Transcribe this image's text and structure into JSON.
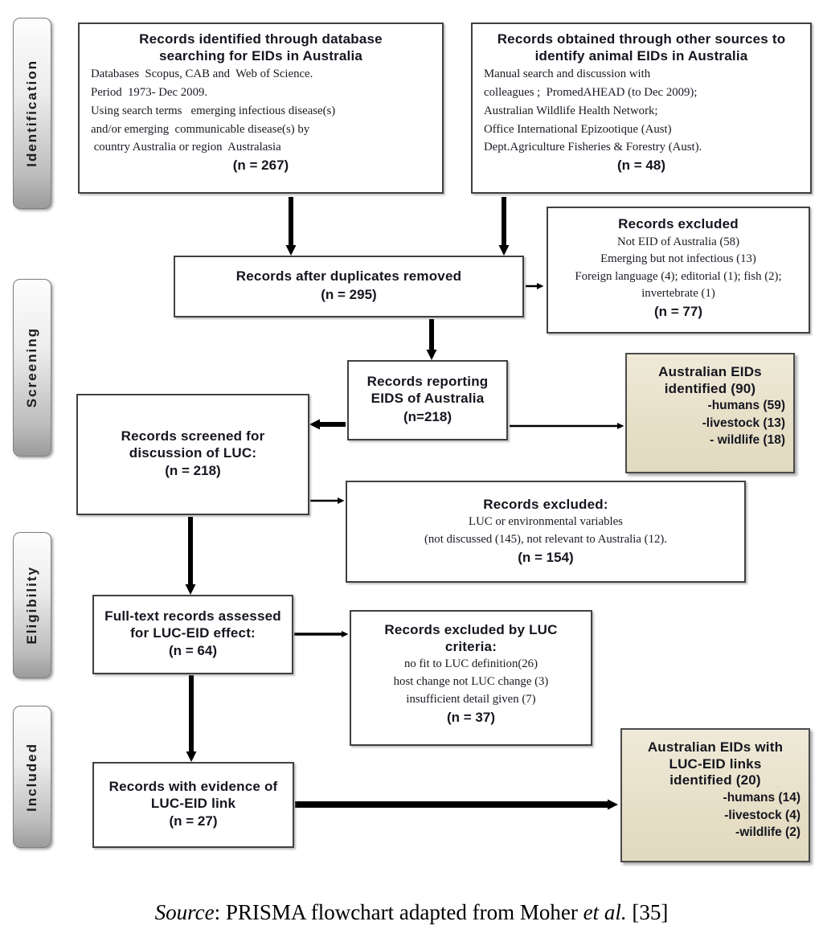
{
  "sidebar": {
    "stages": [
      {
        "label": "Identification"
      },
      {
        "label": "Screening"
      },
      {
        "label": "Eligibility"
      },
      {
        "label": "Included"
      }
    ]
  },
  "boxes": {
    "db_search": {
      "title": "Records identified through database searching for EIDs in Australia",
      "lines": [
        "Databases  Scopus, CAB and  Web of Science.",
        "Period  1973- Dec 2009.",
        "Using search terms   emerging infectious disease(s)",
        "and/or emerging  communicable disease(s) by",
        " country Australia or region  Australasia"
      ],
      "n": "(n = 267)"
    },
    "other_sources": {
      "title": "Records obtained through other sources to identify animal EIDs in Australia",
      "lines": [
        "Manual search and discussion with",
        "colleagues ;  PromedAHEAD (to Dec 2009);",
        "Australian Wildlife Health Network;",
        "Office International Epizootique (Aust)",
        "Dept.Agriculture Fisheries & Forestry (Aust)."
      ],
      "n": "(n = 48)"
    },
    "duplicates_removed": {
      "title": "Records after duplicates removed",
      "n": "(n = 295)"
    },
    "excluded_screening": {
      "title": "Records excluded",
      "lines": [
        "Not EID of Australia (58)",
        "Emerging but not infectious (13)",
        "Foreign language (4); editorial (1); fish (2); invertebrate (1)"
      ],
      "n": "(n = 77)"
    },
    "reporting_eids": {
      "title": "Records reporting EIDS of Australia",
      "n": "(n=218)"
    },
    "australian_eids": {
      "title": "Australian EIDs identified (90)",
      "items": [
        "-humans (59)",
        "-livestock (13)",
        "- wildlife (18)"
      ]
    },
    "screened_luc": {
      "title": "Records screened for discussion of LUC:",
      "n": "(n = 218)"
    },
    "excluded_env": {
      "title": "Records excluded:",
      "lines": [
        "LUC or environmental variables",
        "(not discussed (145), not relevant to Australia (12)."
      ],
      "n": "(n = 154)"
    },
    "fulltext_assessed": {
      "title": "Full-text records assessed for LUC-EID effect:",
      "n": "(n = 64)"
    },
    "excluded_criteria": {
      "title": "Records excluded by LUC criteria:",
      "lines": [
        "no fit to LUC definition(26)",
        "host change not LUC change (3)",
        "insufficient detail given (7)"
      ],
      "n": "(n = 37)"
    },
    "evidence_link": {
      "title": "Records with evidence of LUC-EID link",
      "n": "(n = 27)"
    },
    "australian_eids_luc": {
      "title": "Australian EIDs with LUC-EID links identified (20)",
      "items": [
        "-humans (14)",
        "-livestock (4)",
        "-wildlife (2)"
      ]
    }
  },
  "caption": {
    "source_label": "Source",
    "text": ": PRISMA flowchart adapted from Moher ",
    "etal": "et al.",
    "citation": " [35]"
  },
  "colors": {
    "shaded_box_bg": "#e8e2cc",
    "box_border": "#404040",
    "arrow": "#000000"
  }
}
